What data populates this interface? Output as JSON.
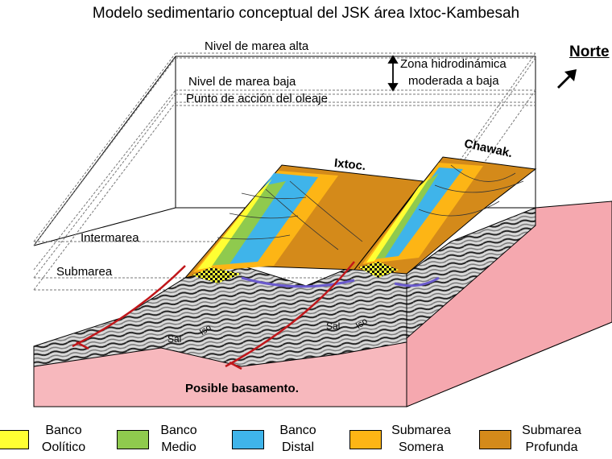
{
  "title": "Modelo sedimentario conceptual del JSK área Ixtoc-Kambesah",
  "north_label": "Norte",
  "levels": {
    "high_tide": "Nivel de marea alta",
    "low_tide": "Nivel de marea baja",
    "wave_action": "Punto de acción del oleaje",
    "intertidal": "Intermarea",
    "subtidal": "Submarea"
  },
  "zone": {
    "line1": "Zona hidrodinámica",
    "line2": "moderada a baja"
  },
  "places": {
    "ixtoc": "Ixtoc.",
    "chawak": "Chawak."
  },
  "subsurface": {
    "salt1": "Sal",
    "salt2": "Sal",
    "iso1": "Iso",
    "iso2": "Iso",
    "basement": "Posible basamento."
  },
  "legend": [
    {
      "line1": "Banco",
      "line2": "Oolítico",
      "color": "#ffff33"
    },
    {
      "line1": "Banco",
      "line2": "Medio",
      "color": "#8fca4e"
    },
    {
      "line1": "Banco",
      "line2": "Distal",
      "color": "#3fb4ea"
    },
    {
      "line1": "Submarea",
      "line2": "Somera",
      "color": "#fdb515"
    },
    {
      "line1": "Submarea",
      "line2": "Profunda",
      "color": "#d48a1a"
    }
  ]
}
